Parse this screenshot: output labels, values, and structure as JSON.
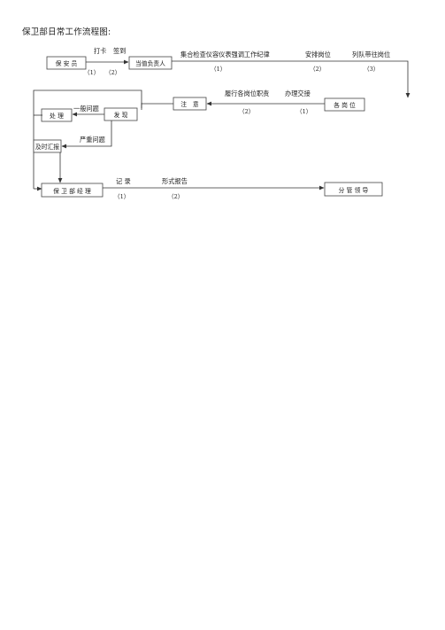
{
  "title": "保卫部日常工作流程图:",
  "boxes": {
    "guard": "保 安 员",
    "duty_officer": "当值负责人",
    "posts": "各 岗 位",
    "attention": "注　意",
    "discover": "发 现",
    "handle": "处 理",
    "report": "及时汇报",
    "manager": "保 卫 部 经 理",
    "leader": "分 管 领 导"
  },
  "labels": {
    "clock_in": "打卡",
    "sign_in": "签到",
    "n1_a": "（1）",
    "n2_a": "（2）",
    "assemble": "集合检查仪容仪表强调工作纪律",
    "arrange": "安排岗位",
    "march": "列队带往岗位",
    "n1_b": "（1）",
    "n2_b": "（2）",
    "n3_b": "（3）",
    "duties": "履行各岗位职责",
    "handover": "办理交接",
    "n2_c": "（2）",
    "n1_c": "（1）",
    "general": "一般问题",
    "serious": "严重问题",
    "record": "记 录",
    "formal": "形式报告",
    "n1_d": "（1）",
    "n2_d": "（2）"
  }
}
